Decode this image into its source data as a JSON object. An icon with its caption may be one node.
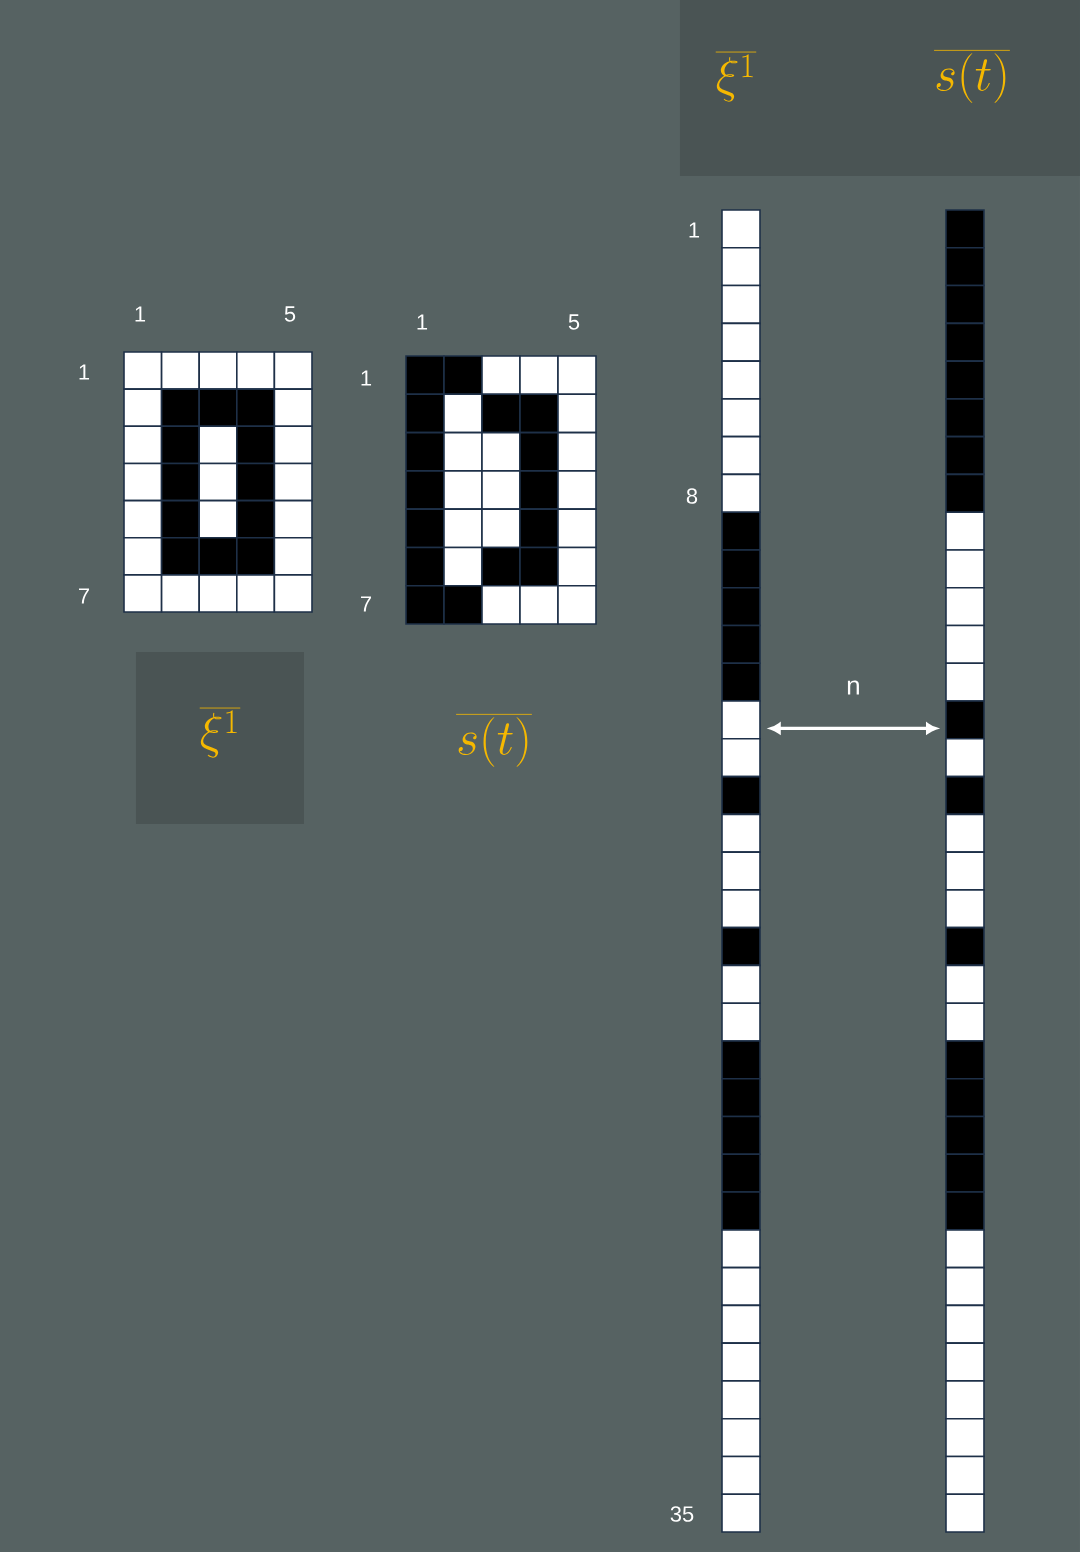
{
  "diagram": {
    "nodes": [
      {
        "text": [],
        "shape": "bar"
      },
      {
        "text": [],
        "shape": "bar"
      }
    ],
    "edges": [
      {
        "from": 0,
        "to": 1,
        "arrow": "both",
        "label": "n"
      }
    ],
    "labels": [
      "\\overline{\\xi^1}",
      "\\overline{s(t)}",
      "1",
      "1",
      "5",
      "1",
      "7",
      "1",
      "5",
      "1",
      "7",
      "8",
      "\\overline{\\xi^1}",
      "\\overline{s(t)}",
      "35"
    ]
  }
}
